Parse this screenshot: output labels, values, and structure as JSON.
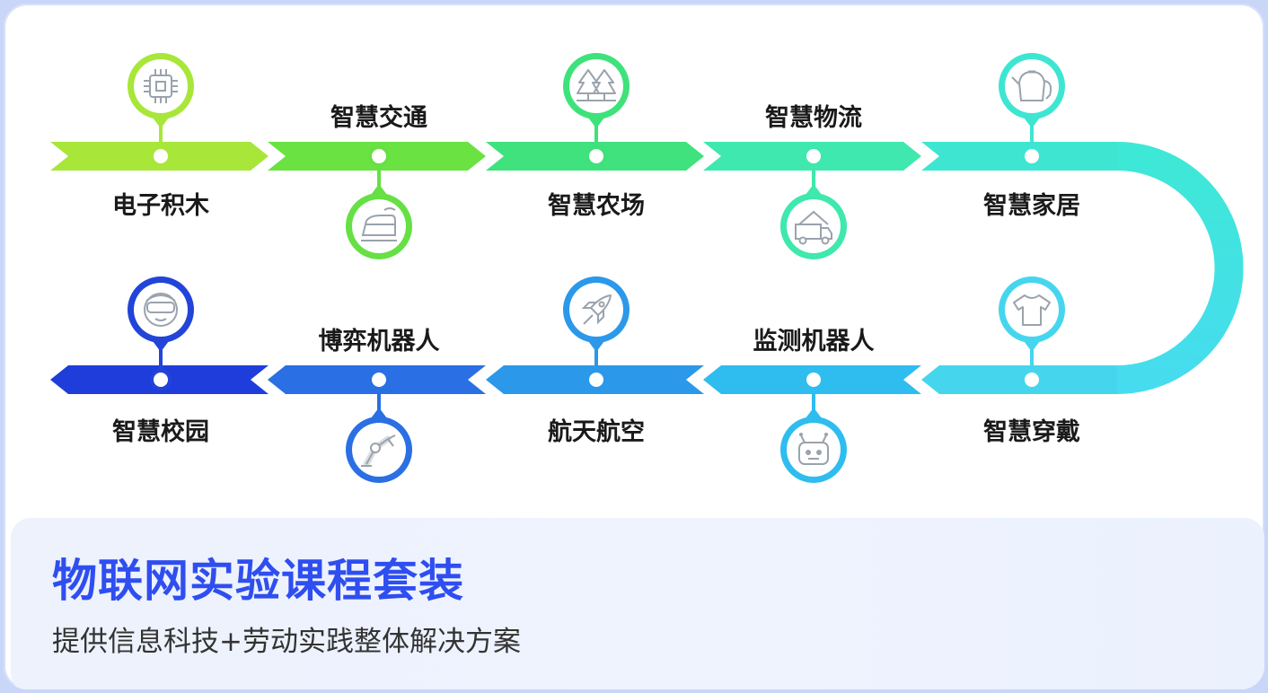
{
  "footer": {
    "title": "物联网实验课程套装",
    "subtitle": "提供信息科技+劳动实践整体解决方案"
  },
  "stages": [
    {
      "label": "电子积木",
      "icon": "circuit-chip-icon",
      "color": "#a8e63a"
    },
    {
      "label": "智慧交通",
      "icon": "train-icon",
      "color": "#66e044"
    },
    {
      "label": "智慧农场",
      "icon": "trees-icon",
      "color": "#3ee27a"
    },
    {
      "label": "智慧物流",
      "icon": "delivery-truck-icon",
      "color": "#3fe8ac"
    },
    {
      "label": "智慧家居",
      "icon": "kettle-icon",
      "color": "#3ee6d2"
    },
    {
      "label": "智慧穿戴",
      "icon": "tshirt-icon",
      "color": "#45d6ee"
    },
    {
      "label": "监测机器人",
      "icon": "robot-head-icon",
      "color": "#2ebdee"
    },
    {
      "label": "航天航空",
      "icon": "rocket-icon",
      "color": "#2b98ea"
    },
    {
      "label": "博弈机器人",
      "icon": "robot-arm-icon",
      "color": "#2a6fe3"
    },
    {
      "label": "智慧校园",
      "icon": "vr-headset-student-icon",
      "color": "#2344d8"
    }
  ]
}
